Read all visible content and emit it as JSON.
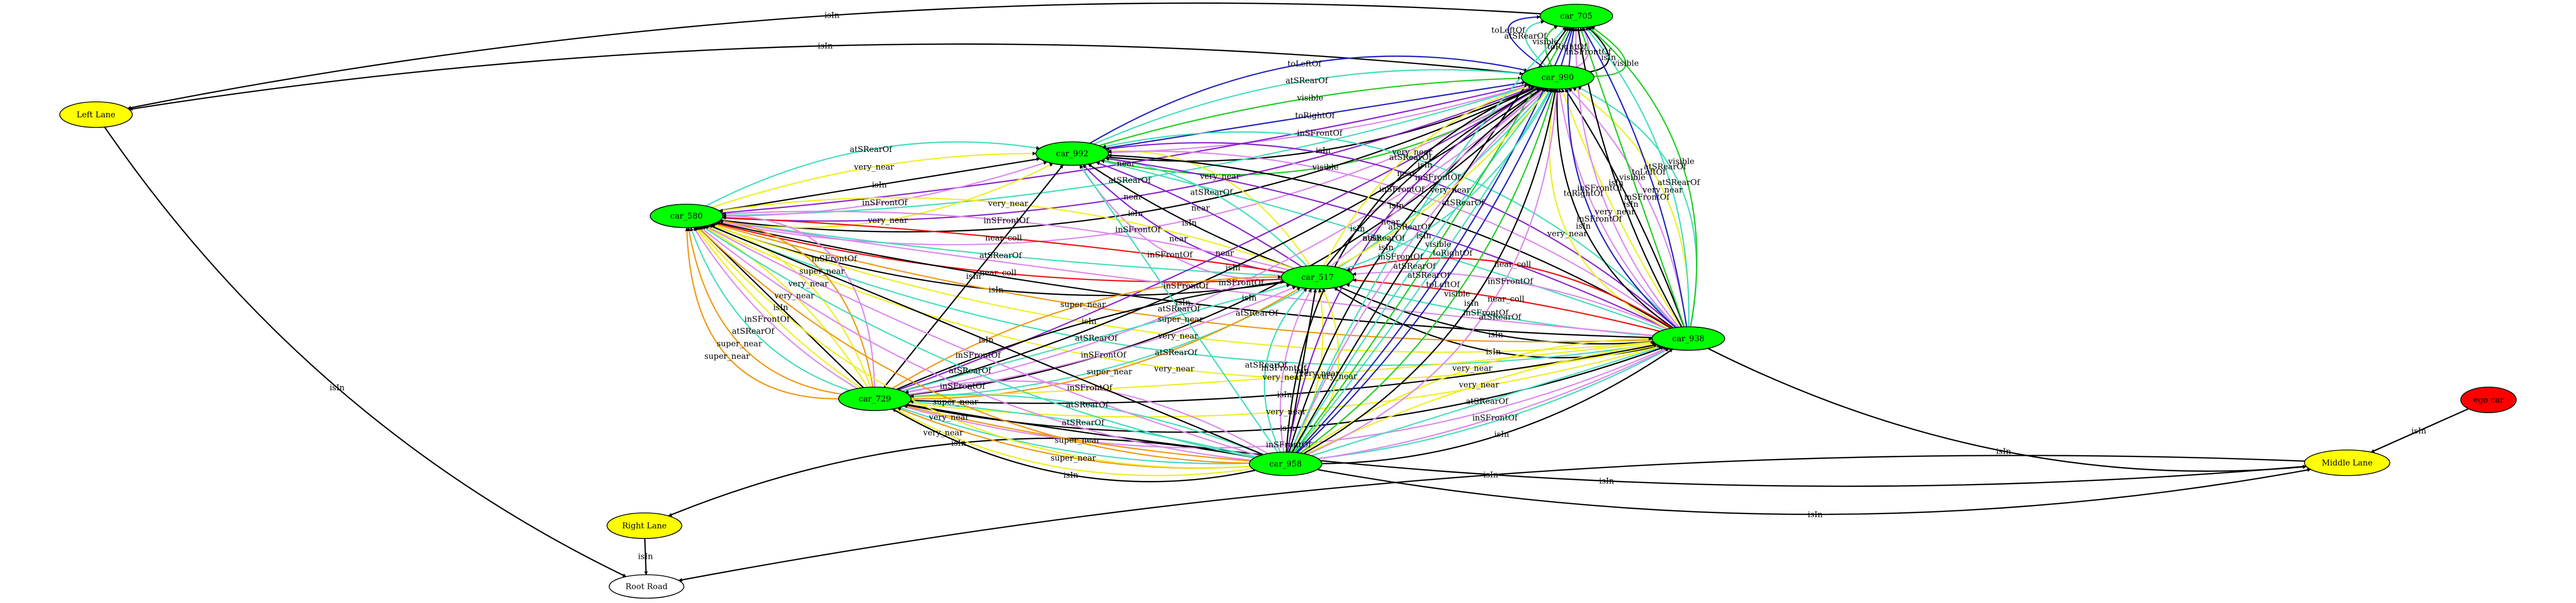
{
  "colors": {
    "black": "#000000",
    "green": "#22cc22",
    "violet": "#dd88ee",
    "purple": "#8822cc",
    "turquoise": "#44ddbb",
    "yellow": "#eeee22",
    "orange": "#ee9911",
    "red": "#ee1111",
    "blue": "#2222bb",
    "node_green": "#00ff00",
    "node_yellow": "#ffff00",
    "node_red": "#ff0000",
    "node_white": "#ffffff"
  },
  "nodes": [
    {
      "id": "car_705",
      "label": "car_705",
      "fill": "#00ff00"
    },
    {
      "id": "car_990",
      "label": "car_990",
      "fill": "#00ff00"
    },
    {
      "id": "car_992",
      "label": "car_992",
      "fill": "#00ff00"
    },
    {
      "id": "car_580",
      "label": "car_580",
      "fill": "#00ff00"
    },
    {
      "id": "car_517",
      "label": "car_517",
      "fill": "#00ff00"
    },
    {
      "id": "car_938",
      "label": "car_938",
      "fill": "#00ff00"
    },
    {
      "id": "car_729",
      "label": "car_729",
      "fill": "#00ff00"
    },
    {
      "id": "car_958",
      "label": "car_958",
      "fill": "#00ff00"
    },
    {
      "id": "left_lane",
      "label": "Left Lane",
      "fill": "#ffff00"
    },
    {
      "id": "middle_lane",
      "label": "Middle Lane",
      "fill": "#ffff00"
    },
    {
      "id": "right_lane",
      "label": "Right Lane",
      "fill": "#ffff00"
    },
    {
      "id": "root_road",
      "label": "Root Road",
      "fill": "#ffffff"
    },
    {
      "id": "ego_car",
      "label": "ego car",
      "fill": "#ff0000"
    }
  ],
  "edges": [
    {
      "from": "car_705",
      "to": "left_lane",
      "label": "isIn",
      "color": "black"
    },
    {
      "from": "left_lane",
      "to": "root_road",
      "label": "isIn",
      "color": "black"
    },
    {
      "from": "right_lane",
      "to": "root_road",
      "label": "isIn",
      "color": "black"
    },
    {
      "from": "middle_lane",
      "to": "root_road",
      "label": "isIn",
      "color": "black"
    },
    {
      "from": "car_958",
      "to": "right_lane",
      "label": "isIn",
      "color": "black"
    },
    {
      "from": "ego_car",
      "to": "middle_lane",
      "label": "isIn",
      "color": "black"
    },
    {
      "from": "car_990",
      "to": "left_lane",
      "label": "isIn",
      "color": "black"
    },
    {
      "from": "car_990",
      "to": "car_705",
      "label": "visible",
      "color": "green"
    },
    {
      "from": "car_990",
      "to": "car_705",
      "label": "isIn",
      "color": "black"
    },
    {
      "from": "car_990",
      "to": "car_705",
      "label": "inSFrontOf",
      "color": "violet"
    },
    {
      "from": "car_990",
      "to": "car_705",
      "label": "toRightOf",
      "color": "blue"
    },
    {
      "from": "car_990",
      "to": "car_705",
      "label": "visible",
      "color": "green"
    },
    {
      "from": "car_990",
      "to": "car_705",
      "label": "atSRearOf",
      "color": "turquoise"
    },
    {
      "from": "car_990",
      "to": "car_705",
      "label": "toLeftOf",
      "color": "blue"
    },
    {
      "from": "car_992",
      "to": "car_990",
      "label": "visible",
      "color": "green"
    },
    {
      "from": "car_992",
      "to": "car_990",
      "label": "isIn",
      "color": "black"
    },
    {
      "from": "car_992",
      "to": "car_990",
      "label": "inSFrontOf",
      "color": "violet"
    },
    {
      "from": "car_992",
      "to": "car_990",
      "label": "toRightOf",
      "color": "blue"
    },
    {
      "from": "car_992",
      "to": "car_990",
      "label": "visible",
      "color": "green"
    },
    {
      "from": "car_992",
      "to": "car_990",
      "label": "atSRearOf",
      "color": "turquoise"
    },
    {
      "from": "car_992",
      "to": "car_990",
      "label": "toLeftOf",
      "color": "blue"
    },
    {
      "from": "car_580",
      "to": "car_990",
      "label": "near",
      "color": "purple"
    },
    {
      "from": "car_580",
      "to": "car_990",
      "label": "atSRearOf",
      "color": "turquoise"
    },
    {
      "from": "car_580",
      "to": "car_990",
      "label": "near",
      "color": "purple"
    },
    {
      "from": "car_580",
      "to": "car_990",
      "label": "isIn",
      "color": "black"
    },
    {
      "from": "car_580",
      "to": "car_990",
      "label": "inSFrontOf",
      "color": "violet"
    },
    {
      "from": "car_580",
      "to": "car_992",
      "label": "atSRearOf",
      "color": "turquoise"
    },
    {
      "from": "car_580",
      "to": "car_992",
      "label": "very_near",
      "color": "yellow"
    },
    {
      "from": "car_580",
      "to": "car_992",
      "label": "isIn",
      "color": "black"
    },
    {
      "from": "car_580",
      "to": "car_992",
      "label": "inSFrontOf",
      "color": "violet"
    },
    {
      "from": "car_580",
      "to": "car_992",
      "label": "very_near",
      "color": "yellow"
    },
    {
      "from": "car_517",
      "to": "car_992",
      "label": "inSFrontOf",
      "color": "violet"
    },
    {
      "from": "car_517",
      "to": "car_992",
      "label": "near",
      "color": "purple"
    },
    {
      "from": "car_517",
      "to": "car_992",
      "label": "isIn",
      "color": "black"
    },
    {
      "from": "car_517",
      "to": "car_992",
      "label": "near",
      "color": "purple"
    },
    {
      "from": "car_517",
      "to": "car_992",
      "label": "atSRearOf",
      "color": "turquoise"
    },
    {
      "from": "car_517",
      "to": "car_992",
      "label": "very_near",
      "color": "yellow"
    },
    {
      "from": "car_517",
      "to": "car_580",
      "label": "isIn",
      "color": "black"
    },
    {
      "from": "car_517",
      "to": "car_580",
      "label": "near_coll",
      "color": "red"
    },
    {
      "from": "car_517",
      "to": "car_580",
      "label": "atSRearOf",
      "color": "turquoise"
    },
    {
      "from": "car_517",
      "to": "car_580",
      "label": "near_coll",
      "color": "red"
    },
    {
      "from": "car_517",
      "to": "car_580",
      "label": "inSFrontOf",
      "color": "violet"
    },
    {
      "from": "car_517",
      "to": "car_580",
      "label": "very_near",
      "color": "yellow"
    },
    {
      "from": "car_938",
      "to": "car_992",
      "label": "atSRearOf",
      "color": "turquoise"
    },
    {
      "from": "car_938",
      "to": "car_992",
      "label": "near",
      "color": "purple"
    },
    {
      "from": "car_938",
      "to": "car_992",
      "label": "isIn",
      "color": "black"
    },
    {
      "from": "car_938",
      "to": "car_992",
      "label": "inSFrontOf",
      "color": "violet"
    },
    {
      "from": "car_938",
      "to": "car_992",
      "label": "near",
      "color": "purple"
    },
    {
      "from": "car_938",
      "to": "car_992",
      "label": "atSRearOf",
      "color": "turquoise"
    },
    {
      "from": "car_938",
      "to": "car_990",
      "label": "very_near",
      "color": "yellow"
    },
    {
      "from": "car_938",
      "to": "car_990",
      "label": "isIn",
      "color": "black"
    },
    {
      "from": "car_938",
      "to": "car_990",
      "label": "inSFrontOf",
      "color": "violet"
    },
    {
      "from": "car_938",
      "to": "car_990",
      "label": "very_near",
      "color": "yellow"
    },
    {
      "from": "car_938",
      "to": "car_990",
      "label": "isIn",
      "color": "black"
    },
    {
      "from": "car_938",
      "to": "car_990",
      "label": "inSFrontOf",
      "color": "violet"
    },
    {
      "from": "car_938",
      "to": "car_990",
      "label": "very_near",
      "color": "yellow"
    },
    {
      "from": "car_938",
      "to": "car_990",
      "label": "atSRearOf",
      "color": "turquoise"
    },
    {
      "from": "car_938",
      "to": "car_705",
      "label": "visible",
      "color": "green"
    },
    {
      "from": "car_938",
      "to": "car_705",
      "label": "atSRearOf",
      "color": "turquoise"
    },
    {
      "from": "car_938",
      "to": "car_705",
      "label": "toLeftOf",
      "color": "blue"
    },
    {
      "from": "car_938",
      "to": "car_705",
      "label": "visible",
      "color": "green"
    },
    {
      "from": "car_938",
      "to": "car_705",
      "label": "isIn",
      "color": "black"
    },
    {
      "from": "car_938",
      "to": "car_705",
      "label": "inSFrontOf",
      "color": "violet"
    },
    {
      "from": "car_938",
      "to": "car_705",
      "label": "toRightOf",
      "color": "blue"
    },
    {
      "from": "car_938",
      "to": "car_517",
      "label": "near_coll",
      "color": "red"
    },
    {
      "from": "car_938",
      "to": "car_517",
      "label": "inSFrontOf",
      "color": "violet"
    },
    {
      "from": "car_938",
      "to": "car_517",
      "label": "near_coll",
      "color": "red"
    },
    {
      "from": "car_938",
      "to": "car_517",
      "label": "atSRearOf",
      "color": "turquoise"
    },
    {
      "from": "car_938",
      "to": "car_517",
      "label": "isIn",
      "color": "black"
    },
    {
      "from": "car_938",
      "to": "car_517",
      "label": "isIn",
      "color": "black"
    },
    {
      "from": "car_938",
      "to": "car_580",
      "label": "inSFrontOf",
      "color": "violet"
    },
    {
      "from": "car_938",
      "to": "car_580",
      "label": "isIn",
      "color": "black"
    },
    {
      "from": "car_938",
      "to": "car_580",
      "label": "super_near",
      "color": "orange"
    },
    {
      "from": "car_938",
      "to": "car_580",
      "label": "very_near",
      "color": "yellow"
    },
    {
      "from": "car_938",
      "to": "car_580",
      "label": "atSRearOf",
      "color": "turquoise"
    },
    {
      "from": "car_938",
      "to": "car_580",
      "label": "very_near",
      "color": "yellow"
    },
    {
      "from": "car_938",
      "to": "middle_lane",
      "label": "isIn",
      "color": "black"
    },
    {
      "from": "car_729",
      "to": "car_990",
      "label": "near",
      "color": "purple"
    },
    {
      "from": "car_729",
      "to": "car_990",
      "label": "isIn",
      "color": "black"
    },
    {
      "from": "car_729",
      "to": "car_990",
      "label": "inSFrontOf",
      "color": "violet"
    },
    {
      "from": "car_729",
      "to": "car_990",
      "label": "isIn",
      "color": "black"
    },
    {
      "from": "car_729",
      "to": "car_990",
      "label": "atSRearOf",
      "color": "turquoise"
    },
    {
      "from": "car_729",
      "to": "car_992",
      "label": "isIn",
      "color": "black"
    },
    {
      "from": "car_729",
      "to": "car_580",
      "label": "inSFrontOf",
      "color": "violet"
    },
    {
      "from": "car_729",
      "to": "car_580",
      "label": "super_near",
      "color": "orange"
    },
    {
      "from": "car_729",
      "to": "car_580",
      "label": "very_near",
      "color": "yellow"
    },
    {
      "from": "car_729",
      "to": "car_580",
      "label": "very_near",
      "color": "yellow"
    },
    {
      "from": "car_729",
      "to": "car_580",
      "label": "isIn",
      "color": "black"
    },
    {
      "from": "car_729",
      "to": "car_580",
      "label": "inSFrontOf",
      "color": "violet"
    },
    {
      "from": "car_729",
      "to": "car_580",
      "label": "atSRearOf",
      "color": "turquoise"
    },
    {
      "from": "car_729",
      "to": "car_580",
      "label": "super_near",
      "color": "orange"
    },
    {
      "from": "car_729",
      "to": "car_580",
      "label": "super_near",
      "color": "orange"
    },
    {
      "from": "car_729",
      "to": "car_517",
      "label": "super_near",
      "color": "orange"
    },
    {
      "from": "car_729",
      "to": "car_517",
      "label": "inSFrontOf",
      "color": "violet"
    },
    {
      "from": "car_729",
      "to": "car_517",
      "label": "atSRearOf",
      "color": "turquoise"
    },
    {
      "from": "car_729",
      "to": "car_517",
      "label": "isIn",
      "color": "black"
    },
    {
      "from": "car_729",
      "to": "car_517",
      "label": "super_near",
      "color": "orange"
    },
    {
      "from": "car_729",
      "to": "car_938",
      "label": "very_near",
      "color": "yellow"
    },
    {
      "from": "car_729",
      "to": "car_938",
      "label": "isIn",
      "color": "black"
    },
    {
      "from": "car_729",
      "to": "car_938",
      "label": "very_near",
      "color": "yellow"
    },
    {
      "from": "car_729",
      "to": "car_938",
      "label": "isIn",
      "color": "black"
    },
    {
      "from": "car_729",
      "to": "car_938",
      "label": "inSFrontOf",
      "color": "violet"
    },
    {
      "from": "car_729",
      "to": "car_938",
      "label": "atSRearOf",
      "color": "turquoise"
    },
    {
      "from": "car_729",
      "to": "middle_lane",
      "label": "isIn",
      "color": "black"
    },
    {
      "from": "car_958",
      "to": "car_729",
      "label": "inSFrontOf",
      "color": "violet"
    },
    {
      "from": "car_958",
      "to": "car_729",
      "label": "atSRearOf",
      "color": "turquoise"
    },
    {
      "from": "car_958",
      "to": "car_729",
      "label": "atSRearOf",
      "color": "turquoise"
    },
    {
      "from": "car_958",
      "to": "car_729",
      "label": "super_near",
      "color": "orange"
    },
    {
      "from": "car_958",
      "to": "car_729",
      "label": "super_near",
      "color": "orange"
    },
    {
      "from": "car_958",
      "to": "car_729",
      "label": "isIn",
      "color": "black"
    },
    {
      "from": "car_958",
      "to": "car_517",
      "label": "very_near",
      "color": "yellow"
    },
    {
      "from": "car_958",
      "to": "car_517",
      "label": "very_near",
      "color": "yellow"
    },
    {
      "from": "car_958",
      "to": "car_517",
      "label": "isIn",
      "color": "black"
    },
    {
      "from": "car_958",
      "to": "car_517",
      "label": "inSFrontOf",
      "color": "violet"
    },
    {
      "from": "car_958",
      "to": "car_517",
      "label": "atSRearOf",
      "color": "turquoise"
    },
    {
      "from": "car_958",
      "to": "car_938",
      "label": "isIn",
      "color": "black"
    },
    {
      "from": "car_958",
      "to": "car_938",
      "label": "inSFrontOf",
      "color": "violet"
    },
    {
      "from": "car_958",
      "to": "car_938",
      "label": "atSRearOf",
      "color": "turquoise"
    },
    {
      "from": "car_958",
      "to": "car_938",
      "label": "very_near",
      "color": "yellow"
    },
    {
      "from": "car_958",
      "to": "car_938",
      "label": "very_near",
      "color": "yellow"
    },
    {
      "from": "car_958",
      "to": "car_580",
      "label": "isIn",
      "color": "black"
    },
    {
      "from": "car_958",
      "to": "car_580",
      "label": "inSFrontOf",
      "color": "violet"
    },
    {
      "from": "car_958",
      "to": "car_580",
      "label": "atSRearOf",
      "color": "turquoise"
    },
    {
      "from": "car_958",
      "to": "car_580",
      "label": "inSFrontOf",
      "color": "violet"
    },
    {
      "from": "car_958",
      "to": "car_580",
      "label": "super_near",
      "color": "orange"
    },
    {
      "from": "car_958",
      "to": "car_580",
      "label": "very_near",
      "color": "yellow"
    },
    {
      "from": "car_958",
      "to": "car_580",
      "label": "very_near",
      "color": "yellow"
    },
    {
      "from": "car_958",
      "to": "car_990",
      "label": "isIn",
      "color": "black"
    },
    {
      "from": "car_958",
      "to": "car_990",
      "label": "near",
      "color": "purple"
    },
    {
      "from": "car_958",
      "to": "car_990",
      "label": "isIn",
      "color": "black"
    },
    {
      "from": "car_958",
      "to": "car_990",
      "label": "inSFrontOf",
      "color": "violet"
    },
    {
      "from": "car_958",
      "to": "car_990",
      "label": "atSRearOf",
      "color": "turquoise"
    },
    {
      "from": "car_958",
      "to": "car_990",
      "label": "atSRearOf",
      "color": "turquoise"
    },
    {
      "from": "car_958",
      "to": "car_990",
      "label": "toLeftOf",
      "color": "blue"
    },
    {
      "from": "car_958",
      "to": "car_990",
      "label": "visible",
      "color": "green"
    },
    {
      "from": "car_958",
      "to": "car_990",
      "label": "isIn",
      "color": "black"
    },
    {
      "from": "car_958",
      "to": "car_990",
      "label": "inSFrontOf",
      "color": "violet"
    },
    {
      "from": "car_958",
      "to": "car_705",
      "label": "toRightOf",
      "color": "blue"
    },
    {
      "from": "car_958",
      "to": "car_705",
      "label": "visible",
      "color": "green"
    },
    {
      "from": "car_958",
      "to": "car_705",
      "label": "isIn",
      "color": "black"
    },
    {
      "from": "car_958",
      "to": "car_705",
      "label": "atSRearOf",
      "color": "turquoise"
    },
    {
      "from": "car_958",
      "to": "car_992",
      "label": "atSRearOf",
      "color": "turquoise"
    },
    {
      "from": "car_958",
      "to": "middle_lane",
      "label": "isIn",
      "color": "black"
    },
    {
      "from": "car_517",
      "to": "car_990",
      "label": "very_near",
      "color": "yellow"
    },
    {
      "from": "car_517",
      "to": "car_990",
      "label": "isIn",
      "color": "black"
    },
    {
      "from": "car_517",
      "to": "car_990",
      "label": "inSFrontOf",
      "color": "violet"
    },
    {
      "from": "car_517",
      "to": "car_990",
      "label": "very_near",
      "color": "yellow"
    },
    {
      "from": "car_517",
      "to": "car_990",
      "label": "atSRearOf",
      "color": "turquoise"
    }
  ]
}
